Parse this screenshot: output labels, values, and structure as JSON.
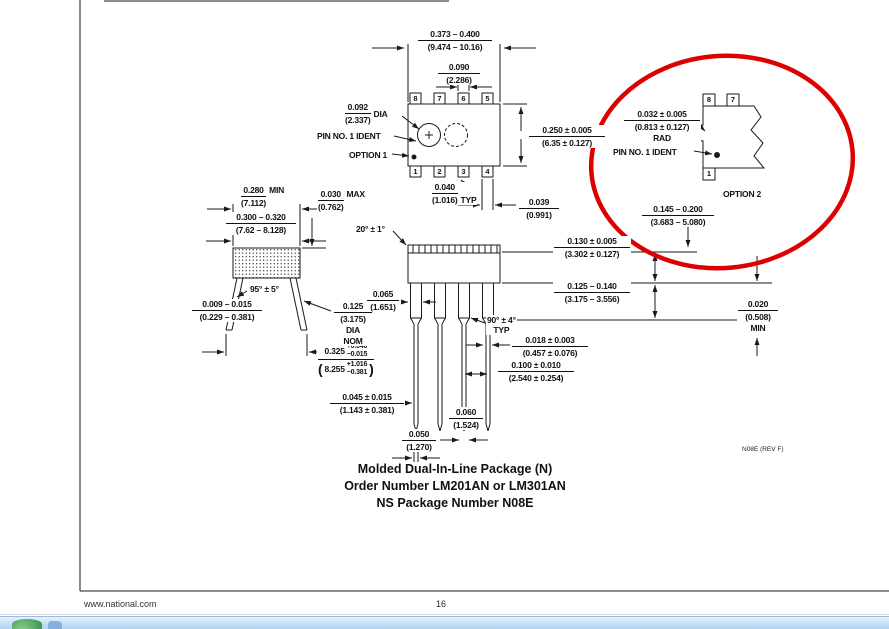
{
  "caption": {
    "line1": "Molded Dual-In-Line Package (N)",
    "line2": "Order Number LM201AN or LM301AN",
    "line3": "NS Package Number N08E"
  },
  "rev": "N08E (REV F)",
  "footer": {
    "site": "www.national.com",
    "page": "16"
  },
  "pins": {
    "top": [
      "8",
      "7",
      "6",
      "5"
    ],
    "bottom": [
      "1",
      "2",
      "3",
      "4"
    ],
    "opt2_top": [
      "8",
      "7"
    ],
    "opt2_bottom": [
      "1"
    ]
  },
  "labels": {
    "pin1_ident": "PIN NO. 1 IDENT",
    "option1": "OPTION 1",
    "pin1_ident_opt2": "PIN NO. 1 IDENT",
    "option2": "OPTION 2"
  },
  "dims": {
    "top_width": {
      "in": "0.373 – 0.400",
      "mm": "(9.474 – 10.16)"
    },
    "pin_width_top": {
      "in": "0.090",
      "mm": "(2.286)"
    },
    "ident_dia": {
      "in": "0.092",
      "mm": "(2.337)",
      "note": "DIA"
    },
    "body_depth": {
      "in": "0.250 ± 0.005",
      "mm": "(6.35 ± 0.127)"
    },
    "lead_offset_typ": {
      "in": "0.040",
      "mm": "(1.016)",
      "note": "TYP"
    },
    "pin_width_039": {
      "in": "0.039",
      "mm": "(0.991)"
    },
    "opt2_rad": {
      "in": "0.032 ± 0.005",
      "mm": "(0.813 ± 0.127)",
      "note": "RAD"
    },
    "opt2_depth": {
      "in": "0.145 – 0.200",
      "mm": "(3.683 – 5.080)"
    },
    "body_min": {
      "in": "0.280",
      "mm": "(7.112)",
      "note": "MIN"
    },
    "row_span": {
      "in": "0.300 – 0.320",
      "mm": "(7.62 – 8.128)"
    },
    "max_030": {
      "in": "0.030",
      "mm": "(0.762)",
      "note": "MAX"
    },
    "angle_draft": "20° ± 1°",
    "angle_lead": "95° ± 5°",
    "lead_thk": {
      "in": "0.009 – 0.015",
      "mm": "(0.229 – 0.381)"
    },
    "span_tol": {
      "in_main": "0.325",
      "in_plus": "+0.040",
      "in_minus": "−0.015",
      "mm_main": "8.255",
      "mm_plus": "+1.016",
      "mm_minus": "−0.381"
    },
    "dia_nom": {
      "in": "0.125",
      "mm": "(3.175)",
      "note1": "DIA",
      "note2": "NOM"
    },
    "shoulder_w": {
      "in": "0.065",
      "mm": "(1.651)"
    },
    "body_h": {
      "in": "0.130 ± 0.005",
      "mm": "(3.302 ± 0.127)"
    },
    "shoulder_h": {
      "in": "0.125 – 0.140",
      "mm": "(3.175 – 3.556)"
    },
    "angle_tip": {
      "in": "90° ± 4°",
      "note": "TYP"
    },
    "lead_t": {
      "in": "0.018 ± 0.003",
      "mm": "(0.457 ± 0.076)"
    },
    "pitch": {
      "in": "0.100 ± 0.010",
      "mm": "(2.540 ± 0.254)"
    },
    "tip_w": {
      "in": "0.060",
      "mm": "(1.524)"
    },
    "k_045": {
      "in": "0.045 ± 0.015",
      "mm": "(1.143 ± 0.381)"
    },
    "tip_050": {
      "in": "0.050",
      "mm": "(1.270)"
    },
    "standoff": {
      "in": "0.020",
      "mm": "(0.508)",
      "note": "MIN"
    }
  }
}
